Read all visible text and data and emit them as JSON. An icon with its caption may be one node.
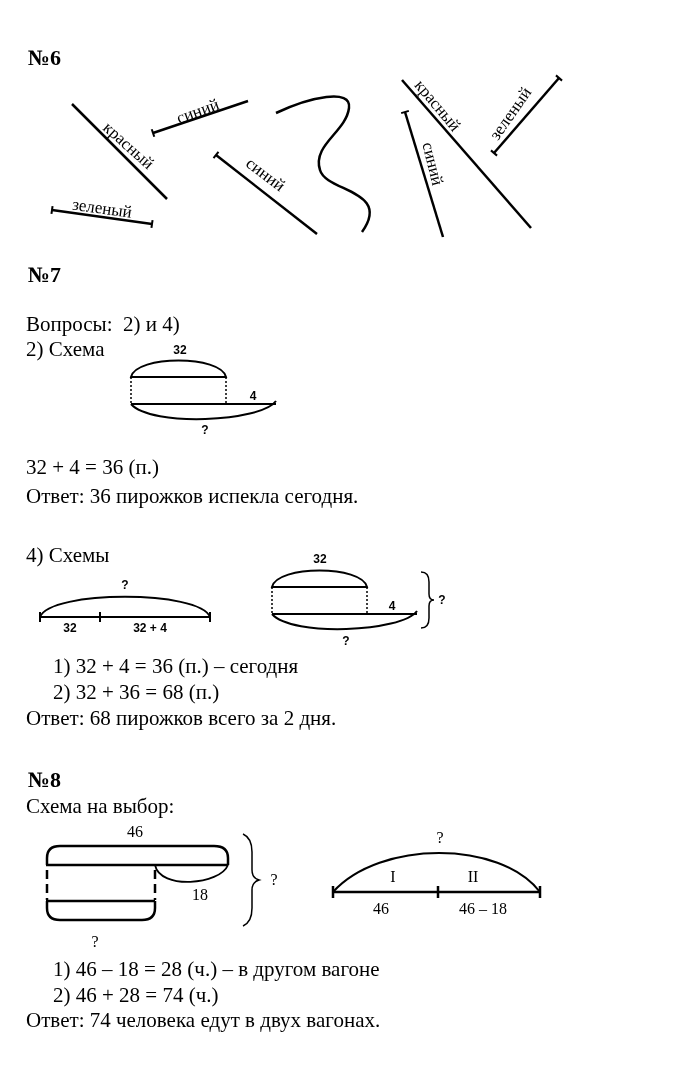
{
  "diagram": {
    "labels": [
      "№6",
      "синий",
      "красный",
      "зеленый",
      "синий",
      "красный",
      "зеленый",
      "синий",
      "№7",
      "Вопросы:  2) и 4)",
      "2) Схема",
      "32",
      "4",
      "?",
      "32 + 4 = 36 (п.)",
      "Ответ: 36 пирожков испекла сегодня.",
      "4) Схемы",
      "?",
      "32",
      "32 + 4",
      "32",
      "4",
      "?",
      "?",
      "1) 32 + 4 = 36 (п.) – сегодня",
      "2) 32 + 36 = 68 (п.)",
      "Ответ: 68 пирожков всего за 2 дня.",
      "№8",
      "Схема на выбор:",
      "46",
      "18",
      "?",
      "?",
      "I",
      "II",
      "46",
      "46 – 18",
      "?",
      "1) 46 – 18 = 28 (ч.) – в другом вагоне",
      "2) 46 + 28 = 74 (ч.)",
      "Ответ: 74 человека едут в двух вагонах."
    ]
  }
}
